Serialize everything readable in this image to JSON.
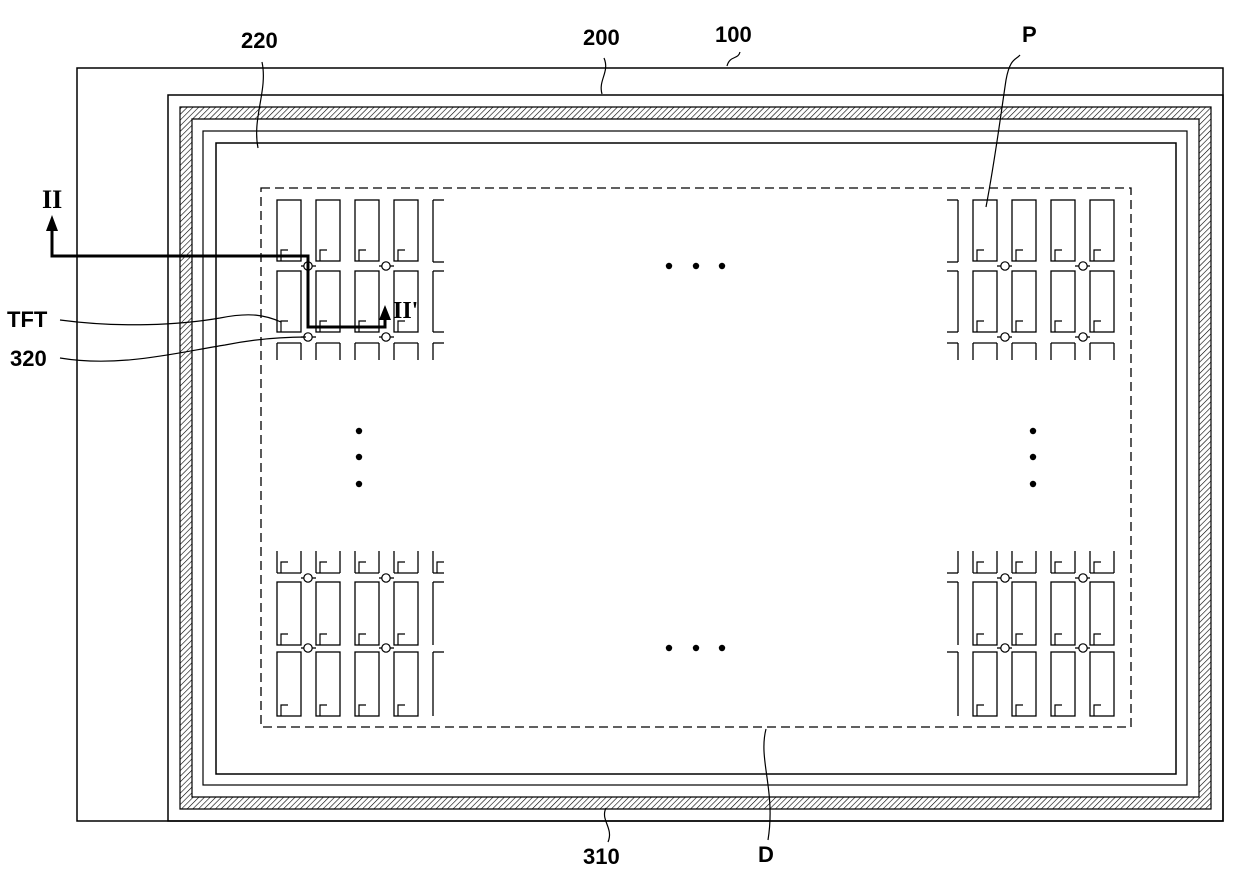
{
  "labels": {
    "substrate": "100",
    "encap": "200",
    "sealant_inner": "220",
    "pixel": "P",
    "tft": "TFT",
    "contact": "320",
    "seal": "310",
    "display_area": "D",
    "section_start": "II",
    "section_end": "II'"
  },
  "ellipsis": "• • •",
  "colors": {
    "line": "#000000",
    "background": "#ffffff"
  }
}
